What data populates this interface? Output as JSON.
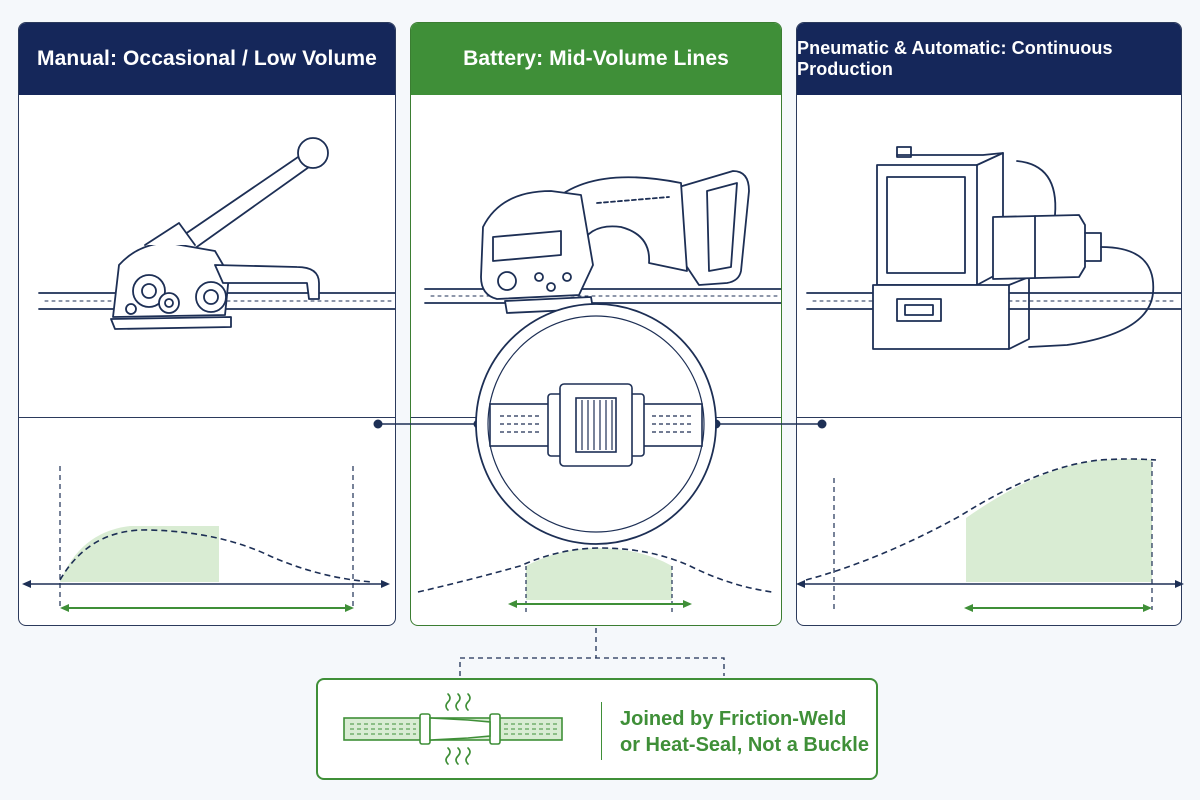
{
  "panels": {
    "manual": {
      "title": "Manual: Occasional / Low Volume"
    },
    "battery": {
      "title": "Battery: Mid-Volume Lines"
    },
    "auto": {
      "title": "Pneumatic & Automatic: Continuous Production"
    }
  },
  "callout": {
    "line1": "Joined by Friction-Weld",
    "line2": "or Heat-Seal, Not a Buckle"
  },
  "colors": {
    "navy": "#15275a",
    "green": "#3f8f38",
    "line": "#2b3a5c",
    "fill_green": "#d9ecd3"
  },
  "icons": [
    "manual-strapping-tool-icon",
    "battery-strapping-tool-icon",
    "automatic-strapping-head-icon",
    "strap-seal-magnifier-icon",
    "heat-waves-icon"
  ]
}
